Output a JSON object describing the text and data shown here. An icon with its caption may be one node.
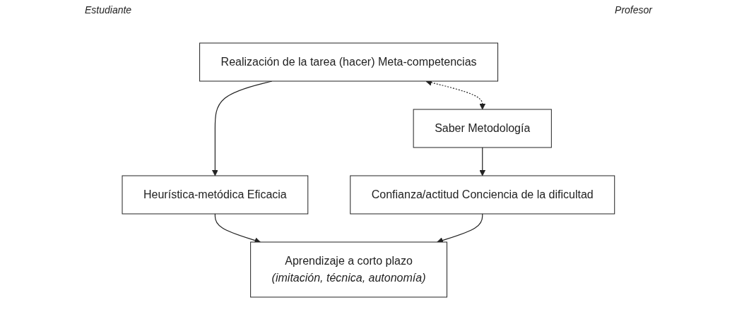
{
  "diagram": {
    "nodes": [
      {
        "text": [
          "Realización de la tarea (hacer) Meta-competencias"
        ]
      },
      {
        "text": [
          "Saber Metodología"
        ]
      },
      {
        "text": [
          "Heurística-metódica Eficacia"
        ]
      },
      {
        "text": [
          "Confianza/actitud Conciencia de la dificultad"
        ]
      },
      {
        "text": [
          "Aprendizaje a corto plazo",
          "(imitación, técnica, autonomía)"
        ]
      }
    ],
    "edges": [
      {
        "from": 0,
        "to": 2,
        "arrow": "to"
      },
      {
        "from": 1,
        "to": 3,
        "arrow": "to"
      },
      {
        "from": 0,
        "to": 1,
        "arrow": "both",
        "style": "dashed"
      },
      {
        "from": 2,
        "to": 4,
        "arrow": "to"
      },
      {
        "from": 3,
        "to": 4,
        "arrow": "to"
      }
    ],
    "labels": [
      "Estudiante",
      "Profesor"
    ]
  }
}
